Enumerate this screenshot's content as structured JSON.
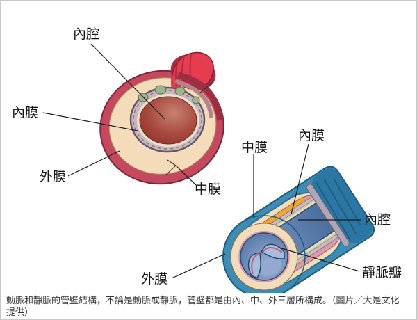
{
  "page": {
    "background": "#ffffff",
    "border_color": "#c8c8c8"
  },
  "figure": {
    "artery": {
      "labels": {
        "lumen": "內腔",
        "intima": "內膜",
        "adventitia": "外膜",
        "media": "中膜"
      },
      "colors": {
        "outer_wall": "#c4495f",
        "wall_face": "#f4dcba",
        "intima_ring": "#c8b7c3",
        "lumen": "#9c3733",
        "tube_red": "#e63c50"
      }
    },
    "vein": {
      "labels": {
        "media": "中膜",
        "intima": "內膜",
        "lumen": "內腔",
        "valve": "靜脈瓣",
        "adventitia": "外膜"
      },
      "colors": {
        "outer_wall": "#3d8cb5",
        "wall_face": "#f2dcba",
        "media_pink": "#dc9aa6",
        "elastic_orange": "#f3a52c",
        "intima_mauve": "#c9bac7",
        "inner_layer": "#d5cfa8",
        "lumen_blue": "#52749f",
        "valve": "#a9bcdc"
      }
    }
  },
  "caption": {
    "text": "動脈和靜脈的管壁結構，不論是動脈或靜脈，管壁都是由內、中、外三層所構成。（圖片／大是文化提供）"
  }
}
